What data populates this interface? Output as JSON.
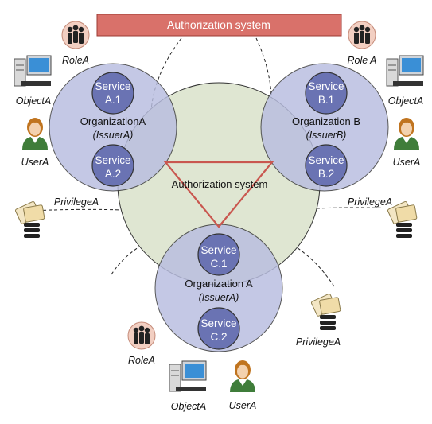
{
  "banner": {
    "label": "Authorization system",
    "fill": "#d9716a",
    "stroke": "#9c3a33"
  },
  "center": {
    "label": "Authorization system",
    "fill": "#dfe6d2"
  },
  "colors": {
    "org_fill": "#b8bde0",
    "org_stroke": "#4a4a6a",
    "service_fill": "#6a73b3",
    "triangle": "#c9574f"
  },
  "organizations": {
    "left": {
      "line1": "OrganizationA",
      "line2": "(IssuerA)"
    },
    "right": {
      "line1": "Organization B",
      "line2": "(IssuerB)"
    },
    "bottom": {
      "line1": "Organization A",
      "line2": "(IssuerA)"
    }
  },
  "services": {
    "a1": {
      "line1": "Service",
      "line2": "A.1"
    },
    "a2": {
      "line1": "Service",
      "line2": "A.2"
    },
    "b1": {
      "line1": "Service",
      "line2": "B.1"
    },
    "b2": {
      "line1": "Service",
      "line2": "B.2"
    },
    "c1": {
      "line1": "Service",
      "line2": "C.1"
    },
    "c2": {
      "line1": "Service",
      "line2": "C.2"
    }
  },
  "actors": {
    "role_left": "RoleA",
    "role_right": "Role A",
    "role_bottom": "RoleA",
    "object_left": "ObjectA",
    "object_right": "ObjectA",
    "object_bottom": "ObjectA",
    "user_left": "UserA",
    "user_right": "UserA",
    "user_bottom": "UserA",
    "privilege_left": "PrivilegeA",
    "privilege_right": "PrivilegeA",
    "privilege_bottom": "PrivilegeA"
  },
  "icons": {
    "role": "role-group-icon",
    "object": "computer-icon",
    "user": "user-icon",
    "privilege": "privilege-lock-icon"
  }
}
